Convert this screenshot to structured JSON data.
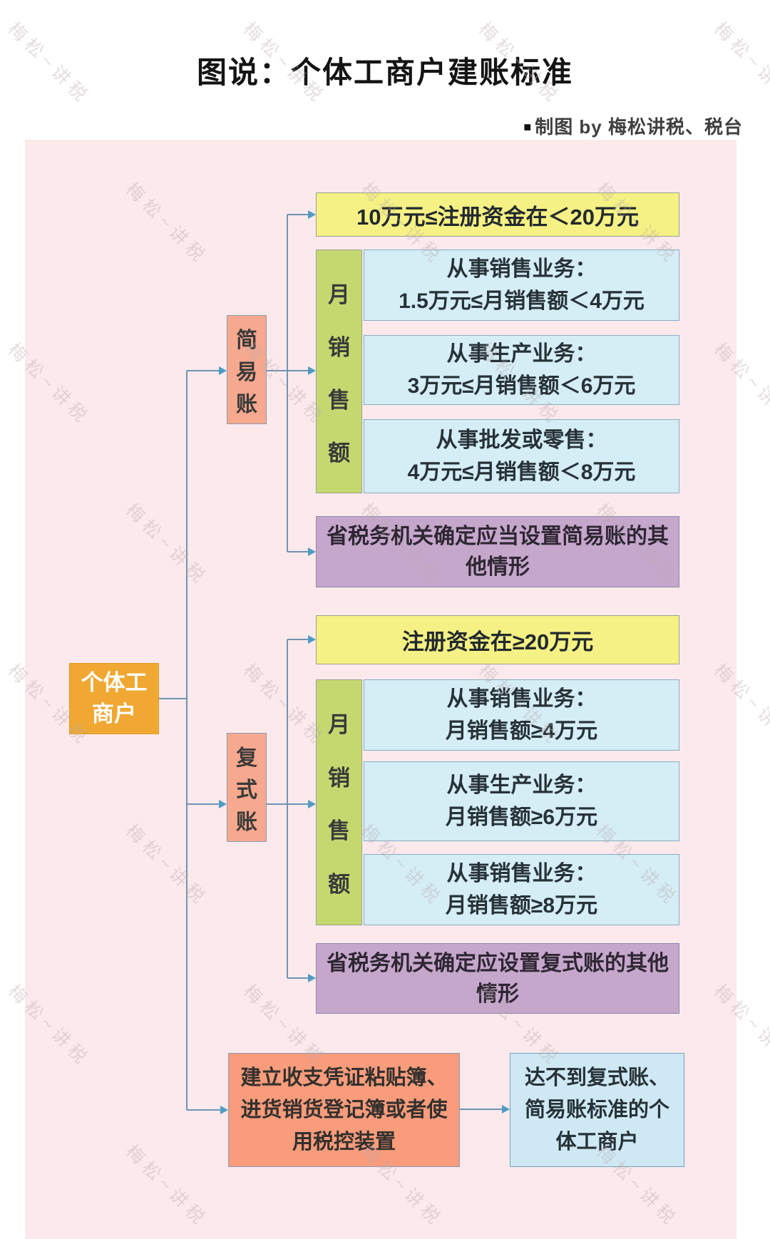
{
  "title": "图说：个体工商户建账标准",
  "credit": {
    "bullet": "■",
    "text": "制图 by 梅松讲税、税台"
  },
  "watermark": "梅松~讲税",
  "root": {
    "line1": "个体工",
    "line2": "商户"
  },
  "branches": {
    "simple": {
      "label": [
        "简",
        "易",
        "账"
      ],
      "capital": "10万元≤注册资金在＜20万元",
      "monthly_label": [
        "月",
        "销",
        "售",
        "额"
      ],
      "conditions": [
        {
          "line1": "从事销售业务：",
          "line2": "1.5万元≤月销售额＜4万元"
        },
        {
          "line1": "从事生产业务：",
          "line2": "3万元≤月销售额＜6万元"
        },
        {
          "line1": "从事批发或零售：",
          "line2": "4万元≤月销售额＜8万元"
        }
      ],
      "other_lines": [
        "省税务机关确定应当设置简易账的其",
        "他情形"
      ]
    },
    "double": {
      "label": [
        "复",
        "式",
        "账"
      ],
      "capital": "注册资金在≥20万元",
      "monthly_label": [
        "月",
        "销",
        "售",
        "额"
      ],
      "conditions": [
        {
          "line1": "从事销售业务：",
          "line2": "月销售额≥4万元"
        },
        {
          "line1": "从事生产业务：",
          "line2": "月销售额≥6万元"
        },
        {
          "line1": "从事销售业务：",
          "line2": "月销售额≥8万元"
        }
      ],
      "other_lines": [
        "省税务机关确定应设置复式账的其他",
        "情形"
      ]
    },
    "voucher": {
      "lines": [
        "建立收支凭证粘贴簿、",
        "进货销货登记簿或者使",
        "用税控装置"
      ],
      "target_lines": [
        "达不到复式账、",
        "简易账标准的个",
        "体工商户"
      ]
    }
  },
  "colors": {
    "panel_pink": "#fbe9ec",
    "root_orange": "#f0a832",
    "label_salmon": "#f6a98e",
    "capital_yellow": "#f5f184",
    "monthly_green": "#c3d970",
    "condition_blue": "#d5edf5",
    "other_purple": "#c6a7cc",
    "voucher_salmon": "#f89c7b",
    "target_blue": "#cfe9f4",
    "connector_blue": "#7093b2",
    "arrow_blue": "#4f9cc2"
  }
}
